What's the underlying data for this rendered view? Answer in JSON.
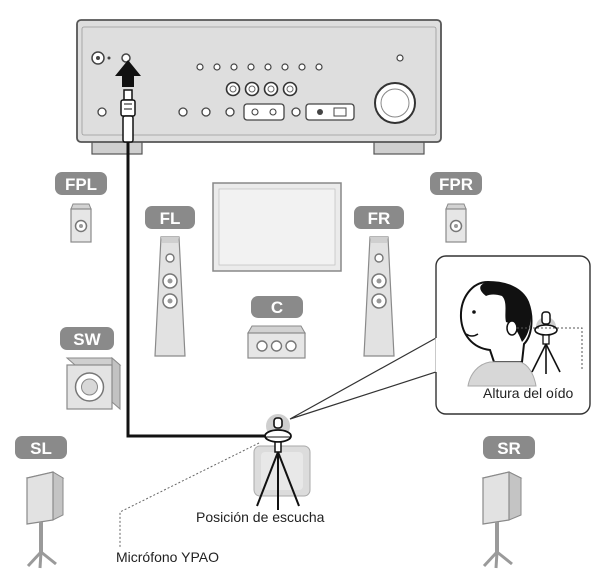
{
  "colors": {
    "tag": "#8a8a8a",
    "speaker_light": "#e4e4e4",
    "speaker_dark": "#bdbdbd",
    "receiver_face": "#dedede",
    "stroke": "#555555",
    "cable": "#111111"
  },
  "speakers": {
    "fpl": "FPL",
    "fpr": "FPR",
    "fl": "FL",
    "fr": "FR",
    "c": "C",
    "sw": "SW",
    "sl": "SL",
    "sr": "SR"
  },
  "captions": {
    "ear_height": "Altura del oído",
    "listening_position": "Posición de escucha",
    "microphone": "Micrófono YPAO"
  },
  "icons": {
    "arrow": "up-arrow-icon",
    "mic": "microphone-icon",
    "head": "listener-head-icon"
  }
}
